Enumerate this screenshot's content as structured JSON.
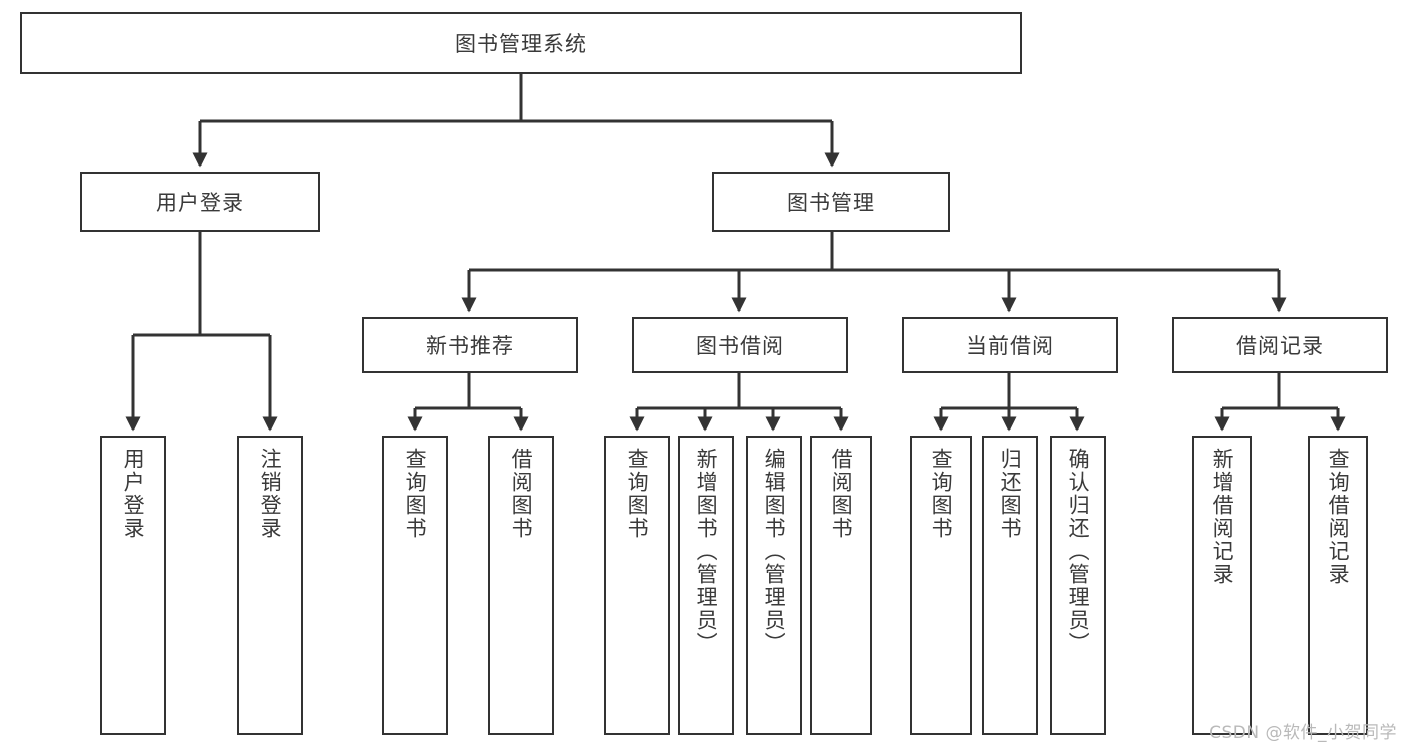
{
  "diagram": {
    "title_node": {
      "label": "图书管理系统"
    },
    "level1": [
      {
        "id": "user-login",
        "label": "用户登录"
      },
      {
        "id": "book-management",
        "label": "图书管理"
      }
    ],
    "level2": [
      {
        "id": "new-book-recommend",
        "label": "新书推荐"
      },
      {
        "id": "book-borrow",
        "label": "图书借阅"
      },
      {
        "id": "current-borrow",
        "label": "当前借阅"
      },
      {
        "id": "borrow-record",
        "label": "借阅记录"
      }
    ],
    "leaves": [
      {
        "id": "leaf-user-login",
        "label": "用户登录"
      },
      {
        "id": "leaf-logout",
        "label": "注销登录"
      },
      {
        "id": "leaf-query-book-1",
        "label": "查询图书"
      },
      {
        "id": "leaf-borrow-book-1",
        "label": "借阅图书"
      },
      {
        "id": "leaf-query-book-2",
        "label": "查询图书"
      },
      {
        "id": "leaf-add-book",
        "label": "新增图书（管理员）"
      },
      {
        "id": "leaf-edit-book",
        "label": "编辑图书（管理员）"
      },
      {
        "id": "leaf-borrow-book-2",
        "label": "借阅图书"
      },
      {
        "id": "leaf-query-book-3",
        "label": "查询图书"
      },
      {
        "id": "leaf-return-book",
        "label": "归还图书"
      },
      {
        "id": "leaf-confirm-return",
        "label": "确认归还（管理员）"
      },
      {
        "id": "leaf-add-borrow-record",
        "label": "新增借阅记录"
      },
      {
        "id": "leaf-query-borrow-record",
        "label": "查询借阅记录"
      }
    ],
    "colors": {
      "stroke": "#333333",
      "background": "#ffffff",
      "text": "#3a3a3a",
      "watermark": "#b9b9b9"
    }
  },
  "watermark": {
    "text": "CSDN @软件_小贺同学"
  }
}
